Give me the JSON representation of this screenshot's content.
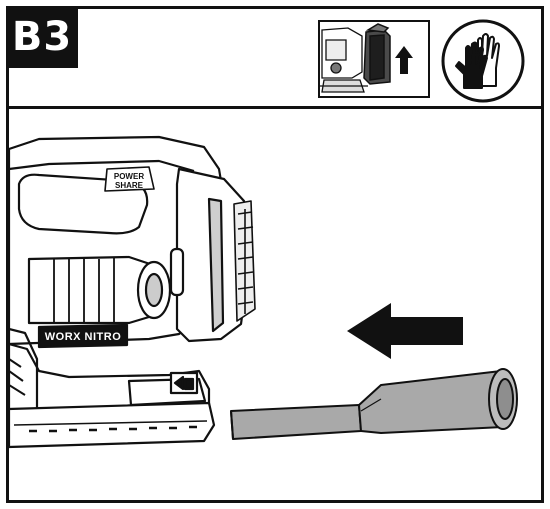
{
  "step_label": "B3",
  "brand_label": "WORX NITRO",
  "mode_label_line1": "POWER",
  "mode_label_line2": "SHARE",
  "icons": {
    "gloves": "protective-gloves-icon",
    "direction": "arrow-left-icon",
    "battery_removal": "battery-release-arrow-icon"
  },
  "colors": {
    "ink": "#111111",
    "hose_fill": "#a9a9a9",
    "tool_fill": "#ffffff",
    "shade": "#5a5a5a"
  }
}
